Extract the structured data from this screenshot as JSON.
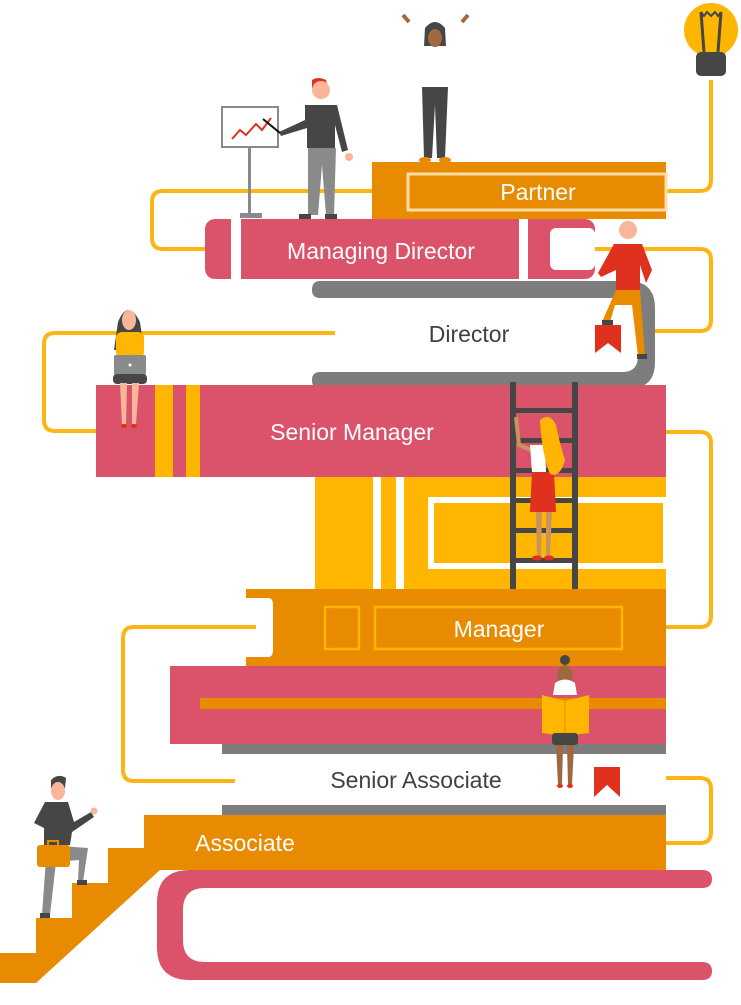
{
  "title": "Career progression book stack",
  "colors": {
    "orange": "#E88B00",
    "pink": "#DB536A",
    "yellow": "#FFB600",
    "gray": "#7D7D7D",
    "dark": "#464646",
    "red": "#E0301E",
    "cream": "#FEDDA8"
  },
  "levels": [
    {
      "id": "partner",
      "label": "Partner"
    },
    {
      "id": "managing-director",
      "label": "Managing Director"
    },
    {
      "id": "director",
      "label": "Director"
    },
    {
      "id": "senior-manager",
      "label": "Senior Manager"
    },
    {
      "id": "manager",
      "label": "Manager"
    },
    {
      "id": "senior-associate",
      "label": "Senior Associate"
    },
    {
      "id": "associate",
      "label": "Associate"
    }
  ],
  "icons": [
    "lightbulb-icon",
    "presentation-board-icon",
    "bookmark-icon",
    "ladder-icon",
    "staircase-icon",
    "briefcase-icon",
    "laptop-icon",
    "open-book-icon"
  ]
}
